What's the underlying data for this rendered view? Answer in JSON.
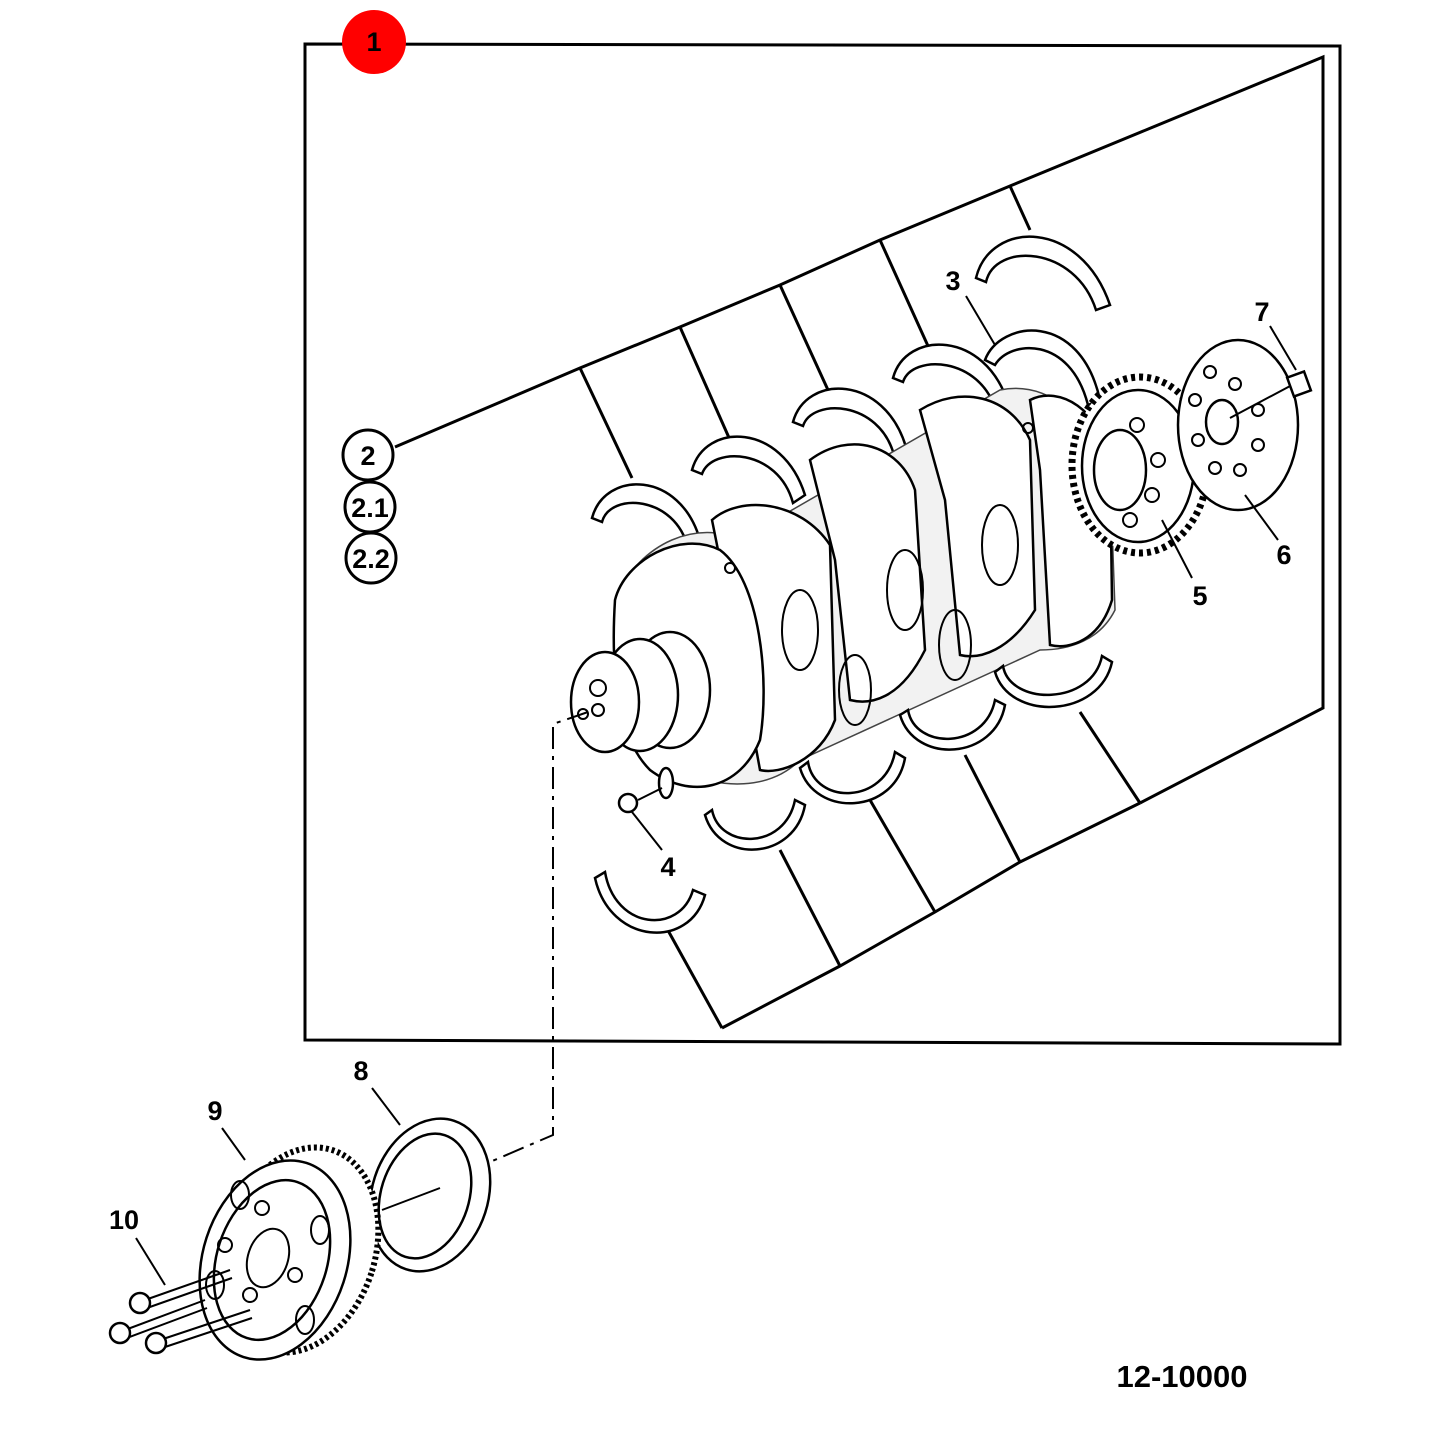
{
  "callouts": {
    "marker": {
      "text": "1",
      "color": "#ff0000"
    },
    "circled": [
      {
        "text": "2"
      },
      {
        "text": "2.1"
      },
      {
        "text": "2.2"
      }
    ],
    "labels": [
      {
        "text": "3"
      },
      {
        "text": "4"
      },
      {
        "text": "5"
      },
      {
        "text": "6"
      },
      {
        "text": "7"
      },
      {
        "text": "8"
      },
      {
        "text": "9"
      },
      {
        "text": "10"
      }
    ]
  },
  "figure_id": "12-10000",
  "icons": {
    "crankshaft": "crankshaft-icon",
    "gear": "gear-icon",
    "flange": "flange-icon",
    "bolt": "bolt-icon",
    "seal": "seal-ring-icon",
    "pulley": "pulley-icon",
    "bearing": "bearing-shell-icon",
    "plug": "plug-icon"
  }
}
